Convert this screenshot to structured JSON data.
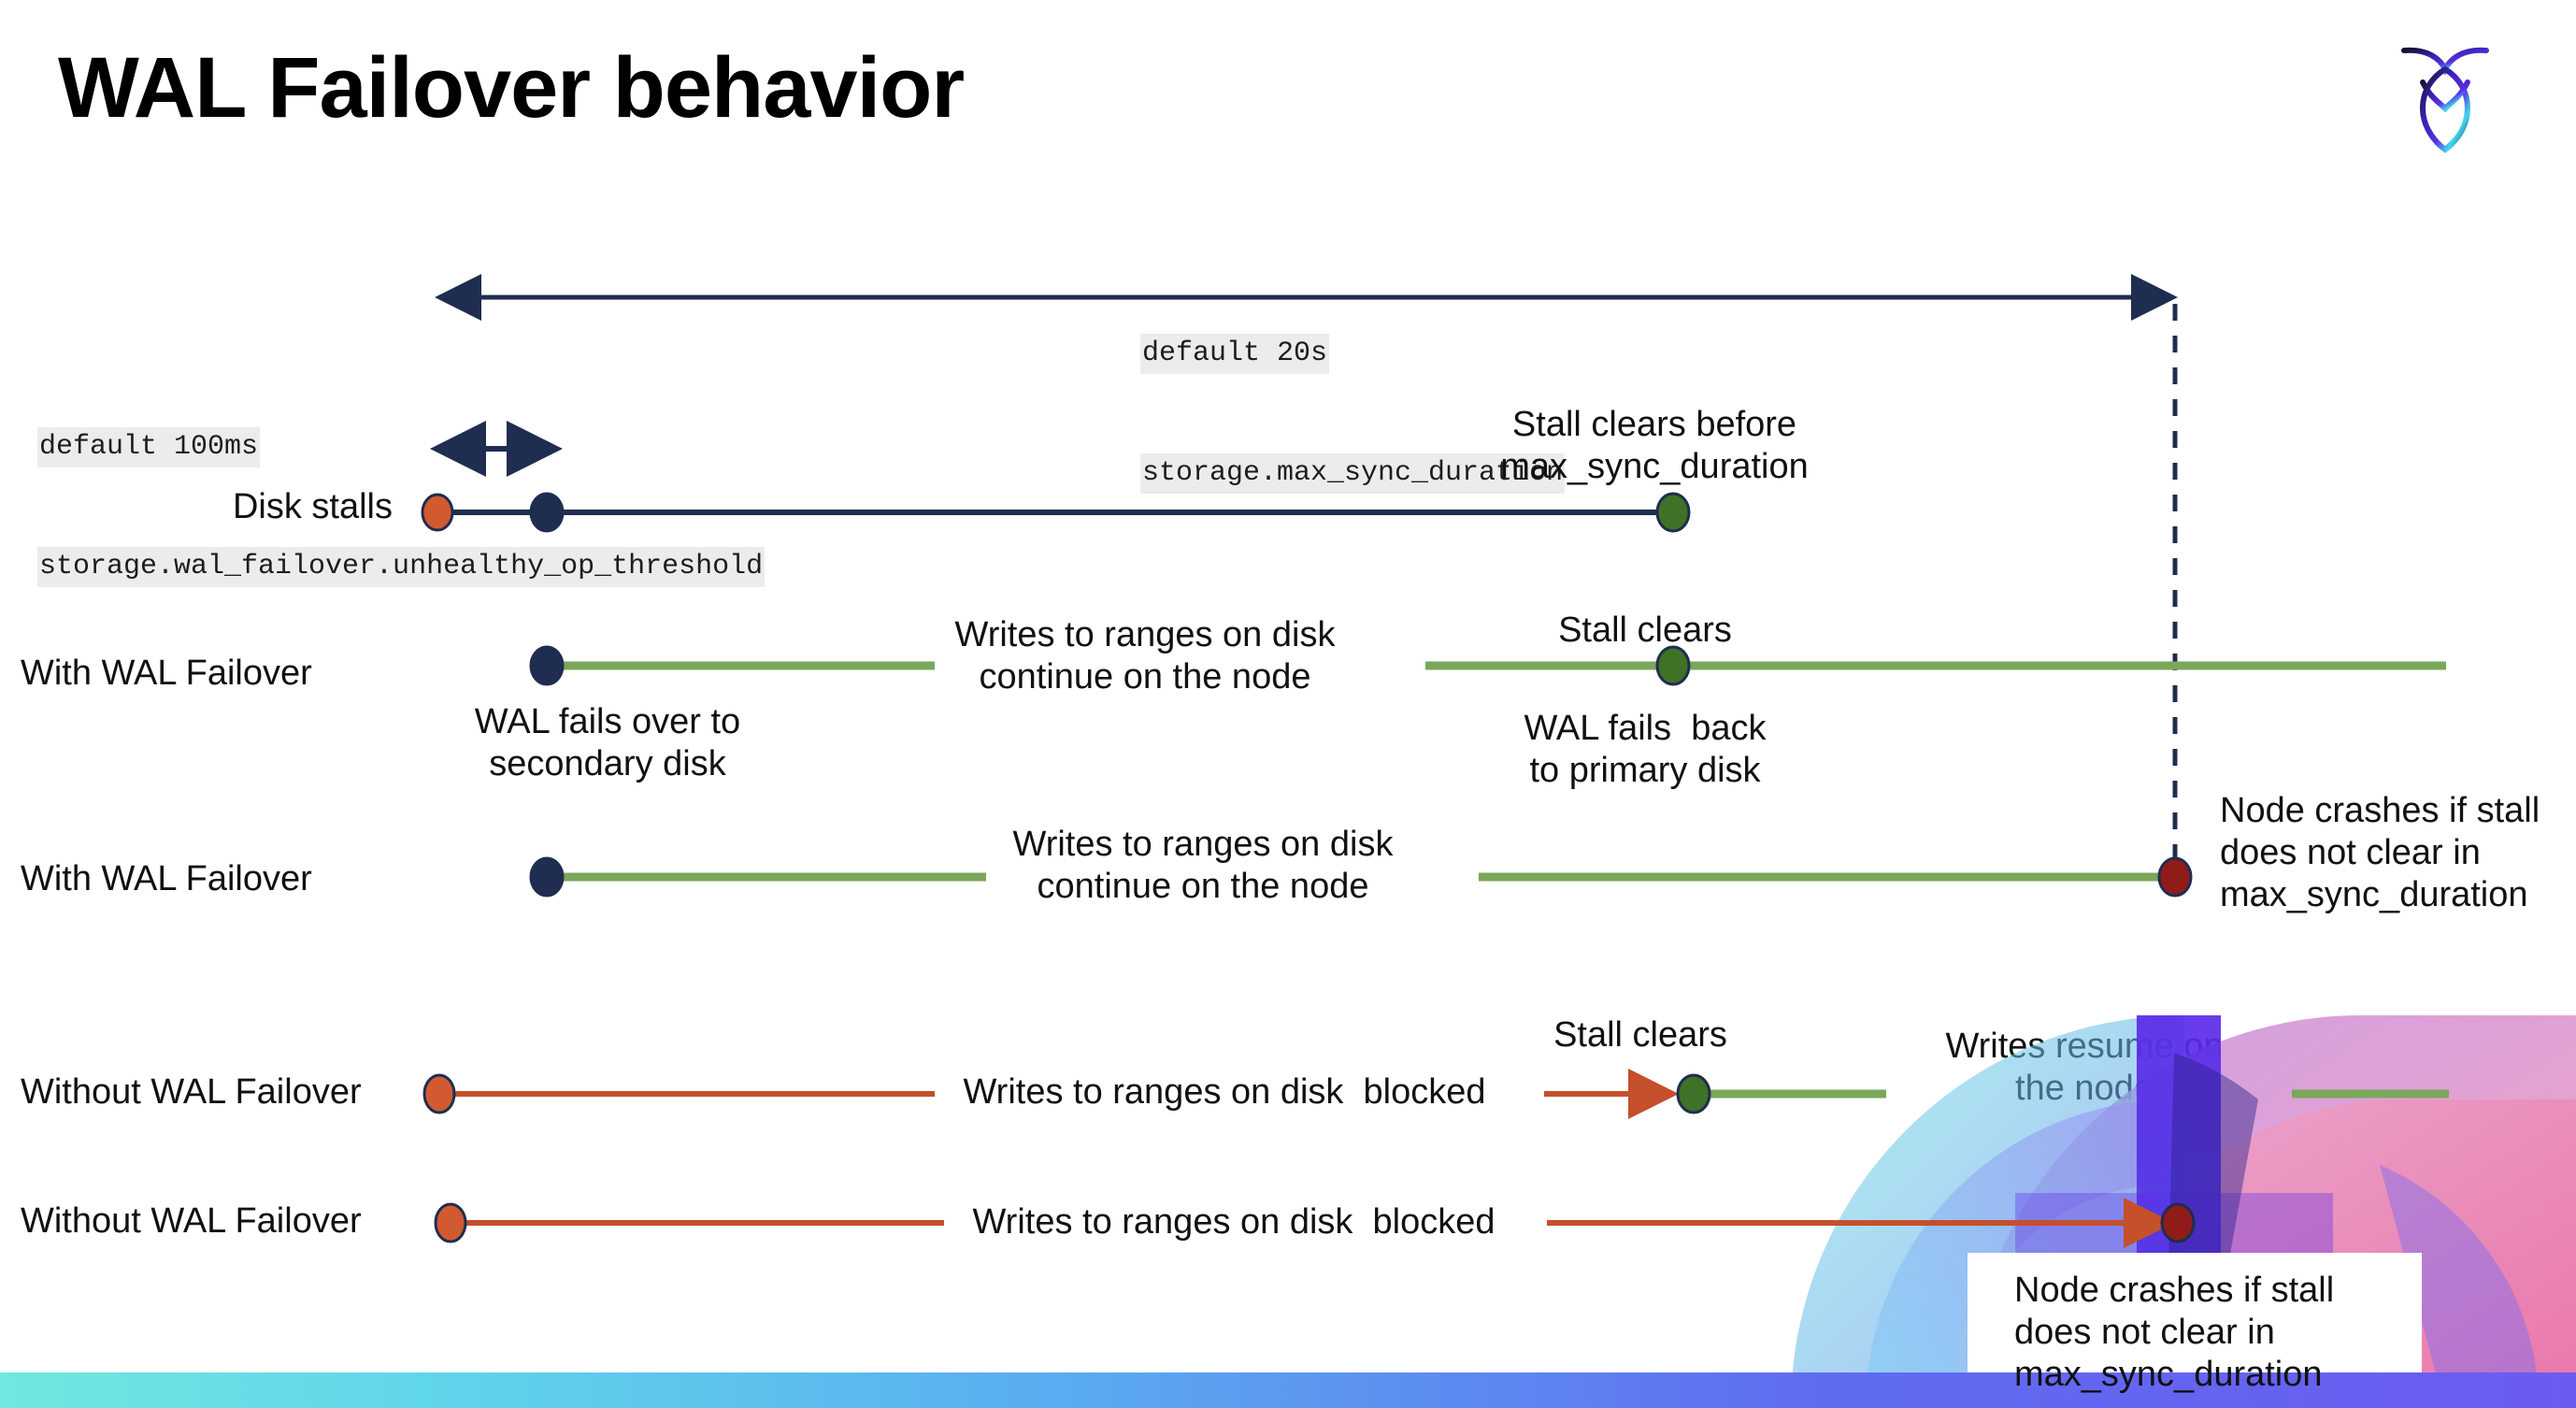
{
  "slide": {
    "title": "WAL Failover behavior",
    "logo_name": "cockroachdb-logo",
    "background": "#ffffff"
  },
  "colors": {
    "navy": "#1f2d50",
    "green_line": "#7ba75b",
    "green_dot": "#3f7226",
    "orange": "#c4502c",
    "orange_dot": "#d15a31",
    "dark_red": "#8f1c18",
    "code_bg": "#ececec",
    "bar_start": "#6fe8e0",
    "bar_end": "#6b5bf2"
  },
  "annotations": {
    "max_sync": {
      "line1": "default 20s",
      "line2": "storage.max_sync_duration"
    },
    "unhealthy_op": {
      "line1": "default 100ms",
      "line2": "storage.wal_failover.unhealthy_op_threshold"
    }
  },
  "rows": [
    {
      "id": "disk-stalls",
      "label": "Disk stalls",
      "notes": [
        "Stall clears before\nmax_sync_duration"
      ]
    },
    {
      "id": "with-wal-failover-1",
      "label": "With WAL Failover",
      "notes": [
        "WAL fails over to\nsecondary disk",
        "Writes to ranges on disk\ncontinue on the node",
        "Stall clears",
        "WAL fails  back\nto primary disk"
      ]
    },
    {
      "id": "with-wal-failover-2",
      "label": "With WAL Failover",
      "notes": [
        "Writes to ranges on disk\ncontinue on the node",
        "Node crashes if stall\ndoes not clear in\nmax_sync_duration"
      ]
    },
    {
      "id": "without-wal-failover-1",
      "label": "Without WAL Failover",
      "notes": [
        "Writes to ranges on disk  blocked",
        "Stall clears",
        "Writes resume on\nthe node"
      ]
    },
    {
      "id": "without-wal-failover-2",
      "label": "Without WAL Failover",
      "notes": [
        "Writes to ranges on disk  blocked",
        "Node crashes if stall\ndoes not clear in\nmax_sync_duration"
      ]
    }
  ],
  "texts": {
    "stall_clears_before": "Stall clears before\nmax_sync_duration",
    "wal_fails_over": "WAL fails over to\nsecondary disk",
    "writes_continue_1": "Writes to ranges on disk\ncontinue on the node",
    "stall_clears_1": "Stall clears",
    "wal_fails_back": "WAL fails  back\nto primary disk",
    "writes_continue_2": "Writes to ranges on disk\ncontinue on the node",
    "node_crashes_1": "Node crashes if stall\ndoes not clear in\nmax_sync_duration",
    "writes_blocked_1": "Writes to ranges on disk  blocked",
    "stall_clears_2": "Stall clears",
    "writes_resume": "Writes resume on\nthe node",
    "writes_blocked_2": "Writes to ranges on disk  blocked",
    "node_crashes_2": "Node crashes if stall\ndoes not clear in\nmax_sync_duration"
  }
}
